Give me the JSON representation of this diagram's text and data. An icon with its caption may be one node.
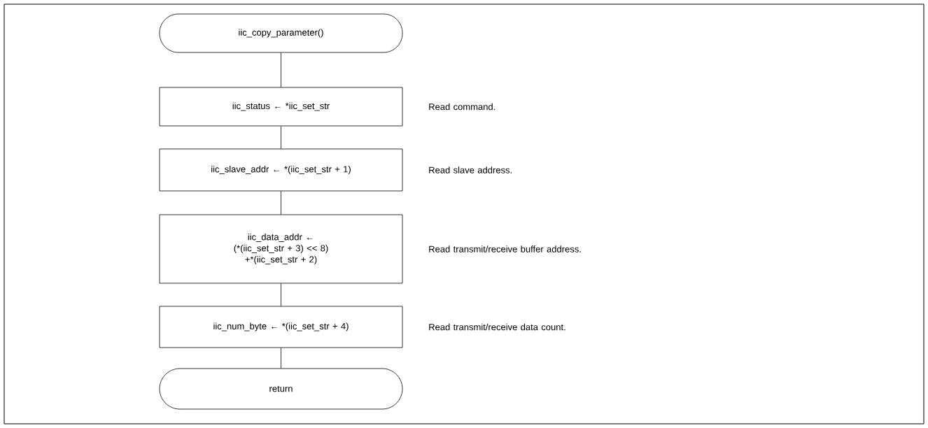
{
  "diagram": {
    "nodes": [
      {
        "text": [
          "iic_copy_parameter()"
        ]
      },
      {
        "text": [
          "iic_status ← *iic_set_str"
        ],
        "beside": [
          "Read command."
        ]
      },
      {
        "text": [
          "iic_slave_addr ← *(iic_set_str + 1)"
        ],
        "beside": [
          "Read slave address."
        ]
      },
      {
        "text": [
          "iic_data_addr ←",
          "(*(iic_set_str + 3) << 8)",
          "+*(iic_set_str + 2)"
        ],
        "beside": [
          "Read transmit/receive buffer address."
        ]
      },
      {
        "text": [
          "iic_num_byte ← *(iic_set_str + 4)"
        ],
        "beside": [
          "Read transmit/receive data count."
        ]
      },
      {
        "text": [
          "return"
        ]
      }
    ],
    "edges": [
      {
        "from": 0,
        "to": 1,
        "arrow": "none"
      },
      {
        "from": 1,
        "to": 2,
        "arrow": "none"
      },
      {
        "from": 2,
        "to": 3,
        "arrow": "none"
      },
      {
        "from": 3,
        "to": 4,
        "arrow": "none"
      },
      {
        "from": 4,
        "to": 5,
        "arrow": "none"
      }
    ]
  }
}
